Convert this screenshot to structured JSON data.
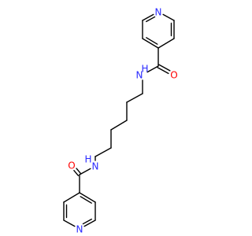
{
  "molecule": {
    "atoms": [
      {
        "el": "N",
        "label": "N",
        "color": "#2a2aff"
      },
      {
        "el": "C"
      },
      {
        "el": "C"
      },
      {
        "el": "C"
      },
      {
        "el": "C"
      },
      {
        "el": "C"
      },
      {
        "el": "C"
      },
      {
        "el": "O",
        "label": "O",
        "color": "#ff0000"
      },
      {
        "el": "N",
        "label": "N",
        "color": "#2a2aff"
      },
      {
        "el": "H",
        "label": "H",
        "color": "#2a2aff"
      },
      {
        "el": "C"
      },
      {
        "el": "C"
      },
      {
        "el": "C"
      },
      {
        "el": "C"
      },
      {
        "el": "C"
      },
      {
        "el": "C"
      },
      {
        "el": "N",
        "label": "N",
        "color": "#2a2aff"
      },
      {
        "el": "H",
        "label": "H",
        "color": "#2a2aff"
      },
      {
        "el": "C"
      },
      {
        "el": "O",
        "label": "O",
        "color": "#ff0000"
      },
      {
        "el": "C"
      },
      {
        "el": "C"
      },
      {
        "el": "C"
      },
      {
        "el": "N",
        "label": "N",
        "color": "#2a2aff"
      },
      {
        "el": "C"
      },
      {
        "el": "C"
      }
    ],
    "bonds": [
      {
        "a": 0,
        "b": 1,
        "order": 2
      },
      {
        "a": 1,
        "b": 2,
        "order": 1
      },
      {
        "a": 2,
        "b": 3,
        "order": 2
      },
      {
        "a": 3,
        "b": 4,
        "order": 1
      },
      {
        "a": 4,
        "b": 5,
        "order": 2
      },
      {
        "a": 5,
        "b": 0,
        "order": 1
      },
      {
        "a": 3,
        "b": 6,
        "order": 1
      },
      {
        "a": 6,
        "b": 7,
        "order": 2
      },
      {
        "a": 6,
        "b": 8,
        "order": 1
      },
      {
        "a": 8,
        "b": 10,
        "order": 1
      },
      {
        "a": 10,
        "b": 11,
        "order": 1
      },
      {
        "a": 11,
        "b": 12,
        "order": 1
      },
      {
        "a": 12,
        "b": 13,
        "order": 1
      },
      {
        "a": 13,
        "b": 14,
        "order": 1
      },
      {
        "a": 14,
        "b": 15,
        "order": 1
      },
      {
        "a": 15,
        "b": 16,
        "order": 1
      },
      {
        "a": 16,
        "b": 18,
        "order": 1
      },
      {
        "a": 18,
        "b": 19,
        "order": 2
      },
      {
        "a": 18,
        "b": 20,
        "order": 1
      },
      {
        "a": 20,
        "b": 21,
        "order": 2
      },
      {
        "a": 21,
        "b": 22,
        "order": 1
      },
      {
        "a": 22,
        "b": 23,
        "order": 2
      },
      {
        "a": 23,
        "b": 24,
        "order": 1
      },
      {
        "a": 24,
        "b": 25,
        "order": 2
      },
      {
        "a": 25,
        "b": 20,
        "order": 1
      }
    ]
  }
}
